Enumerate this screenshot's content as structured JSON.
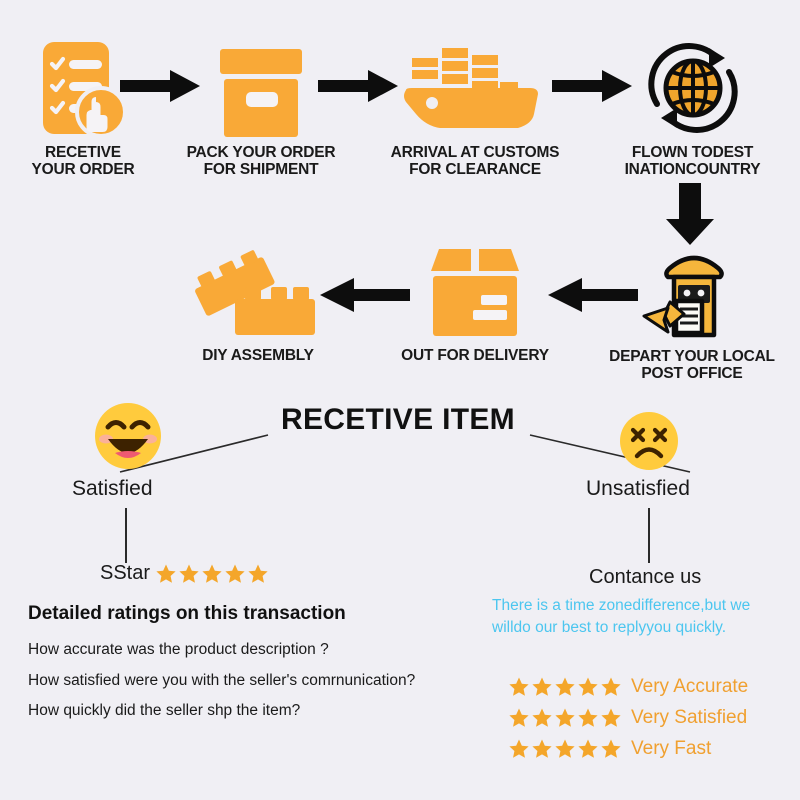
{
  "theme": {
    "background": "#f0eff4",
    "orange": "#f9a937",
    "orange_dark": "#f0a030",
    "black": "#111111",
    "cyan": "#4cc6ef",
    "star_gold": "#f4a62a",
    "emoji_yellow": "#ffcb3d"
  },
  "flow": {
    "row1": [
      {
        "id": "receive-order",
        "icon": "checklist-icon",
        "caption": "RECETIVE\nYOUR ORDER"
      },
      {
        "id": "pack-order",
        "icon": "box-lid-icon",
        "caption": "PACK YOUR ORDER\nFOR SHIPMENT"
      },
      {
        "id": "customs",
        "icon": "cargo-ship-icon",
        "caption": "ARRIVAL AT CUSTOMS\nFOR CLEARANCE"
      },
      {
        "id": "flown",
        "icon": "globe-cycle-icon",
        "caption": "FLOWN TODEST\nINATIONCOUNTRY"
      }
    ],
    "row2": [
      {
        "id": "diy-assembly",
        "icon": "lego-bricks-icon",
        "caption": "DIY ASSEMBLY"
      },
      {
        "id": "out-for-delivery",
        "icon": "parcel-box-icon",
        "caption": "OUT FOR DELIVERY"
      },
      {
        "id": "post-office",
        "icon": "mailbox-icon",
        "caption": "DEPART YOUR LOCAL\nPOST OFFICE"
      }
    ]
  },
  "receive": {
    "title": "RECETIVE ITEM",
    "satisfied_label": "Satisfied",
    "unsatisfied_label": "Unsatisfied"
  },
  "ratings": {
    "sstar_text": "SStar",
    "sstar_count": 5,
    "detailed_heading": "Detailed ratings on this transaction",
    "questions": [
      "How accurate was the product description ?",
      "How satisfied were you with the seller's comrnunication?",
      "How quickly did the seller shp the item?"
    ]
  },
  "contact": {
    "heading": "Contance us",
    "message": "There is a time zonedifference,but we willdo our best to replyyou quickly.",
    "rows": [
      {
        "stars": 5,
        "label": "Very Accurate"
      },
      {
        "stars": 5,
        "label": "Very Satisfied"
      },
      {
        "stars": 5,
        "label": "Very Fast"
      }
    ]
  }
}
